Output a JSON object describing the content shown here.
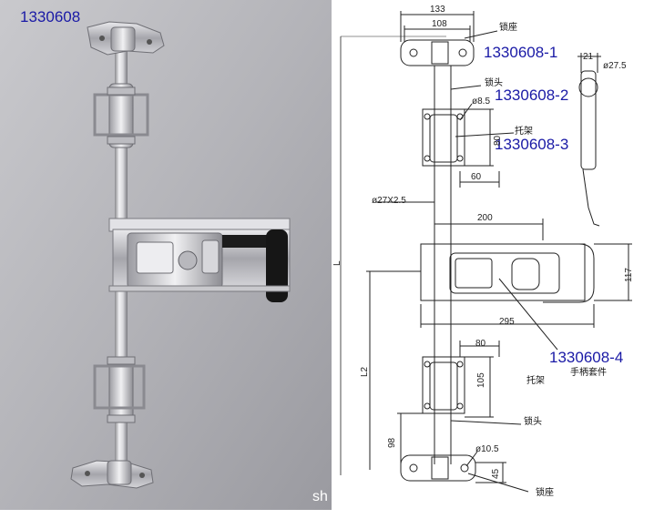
{
  "photo": {
    "product_code": "1330608",
    "footer_text": "sh"
  },
  "drawing": {
    "part_labels": [
      "1330608-1",
      "1330608-2",
      "1330608-3",
      "1330608-4"
    ],
    "cn_labels": {
      "lock_seat_top": "锁座",
      "lock_head_top": "锁头",
      "bracket_top": "托架",
      "handle_kit": "手柄套件",
      "bracket_bottom": "托架",
      "lock_head_bottom": "锁头",
      "lock_seat_bottom": "锁座"
    },
    "dimensions": {
      "d133": "133",
      "d108": "108",
      "d21": "21",
      "d27_5": "ø27.5",
      "d8_5": "ø8.5",
      "d80_top": "80",
      "d60": "60",
      "d27x2_5": "ø27X2.5",
      "d200": "200",
      "d117": "117",
      "d295": "295",
      "dL": "L",
      "dL2": "L2",
      "d80_bottom": "80",
      "d105": "105",
      "d98": "98",
      "d10_5": "ø10.5",
      "d45": "45"
    }
  }
}
